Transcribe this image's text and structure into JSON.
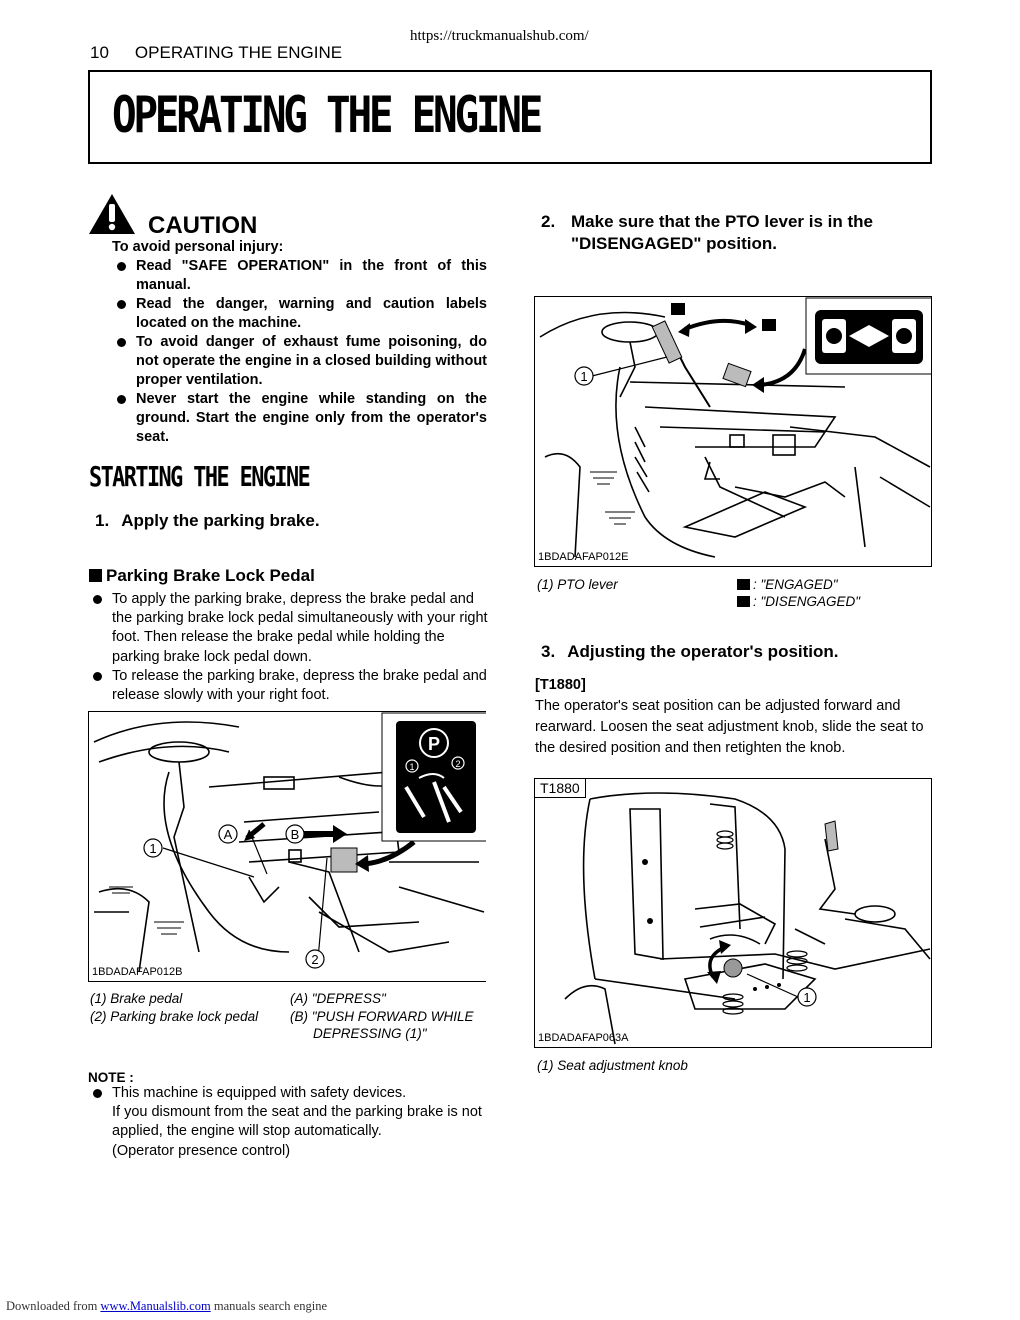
{
  "header": {
    "url": "https://truckmanualshub.com/",
    "page_number": "10",
    "running_title": "OPERATING THE ENGINE"
  },
  "title": "OPERATING THE ENGINE",
  "caution": {
    "word": "CAUTION",
    "intro": "To avoid personal injury:",
    "items": [
      "Read \"SAFE OPERATION\" in the front of this manual.",
      "Read the danger, warning and caution labels located on the machine.",
      "To avoid danger of exhaust fume poisoning, do not operate the engine in a closed building without proper ventilation.",
      "Never start the engine while standing on the ground. Start the engine only from the operator's seat."
    ]
  },
  "section_heading": "STARTING THE ENGINE",
  "step1": {
    "number": "1.",
    "text": "Apply the parking brake."
  },
  "parking_brake": {
    "heading": "Parking Brake Lock Pedal",
    "items": [
      "To apply the parking brake, depress the brake pedal and the parking brake lock pedal simultaneously with your right foot. Then release the brake pedal while holding the parking brake lock pedal down.",
      "To release the parking brake, depress the brake pedal and release slowly with your right foot."
    ]
  },
  "fig1": {
    "code": "1BDADAFAP012B",
    "callouts": {
      "n1": "1",
      "n2": "2",
      "a": "A",
      "b": "B"
    },
    "captions": {
      "c1": "(1) Brake pedal",
      "c2": "(2) Parking brake lock pedal",
      "ca": "(A) \"DEPRESS\"",
      "cb": "(B) \"PUSH FORWARD WHILE",
      "cb2": "DEPRESSING (1)\""
    }
  },
  "note": {
    "label": "NOTE :",
    "line1": "This machine is equipped with safety devices.",
    "line2": "If you dismount from the seat and the parking brake is not applied, the engine will stop automatically.",
    "line3": "(Operator presence control)"
  },
  "step2": {
    "number": "2.",
    "text": "Make sure that the PTO lever is in the \"DISENGAGED\" position."
  },
  "fig2": {
    "code": "1BDADAFAP012E",
    "callout": "1",
    "captions": {
      "c1": "(1) PTO lever",
      "engaged": ": \"ENGAGED\"",
      "disengaged": ": \"DISENGAGED\""
    }
  },
  "step3": {
    "number": "3.",
    "text": "Adjusting the operator's position."
  },
  "t1880": {
    "label": "[T1880]",
    "text": "The operator's seat position can be adjusted forward and rearward. Loosen the seat adjustment knob, slide the seat to the desired position and then retighten the knob."
  },
  "fig3": {
    "tag": "T1880",
    "code": "1BDADAFAP063A",
    "callout": "1",
    "caption": "(1) Seat adjustment knob"
  },
  "footer": {
    "prefix": "Downloaded from",
    "link": "www.Manualslib.com",
    "suffix": "manuals search engine"
  }
}
